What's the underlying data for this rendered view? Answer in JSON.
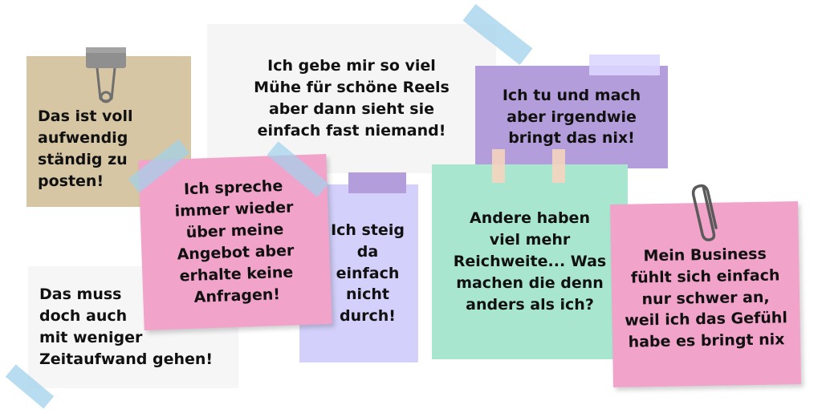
{
  "colors": {
    "background": "#ffffff",
    "tan": "#d6c6a3",
    "light_gray": "#f5f5f5",
    "lavender_dark": "#b39ddb",
    "lavender_light": "#d3d0fb",
    "mint": "#a8e6cf",
    "pink": "#f2a3c9",
    "tape_blue": "#b7dcef",
    "tape_peach": "#f5d4bf",
    "tape_purple": "#d6cdff",
    "clip_gray": "#8a8a8a"
  },
  "notes": {
    "tan": "Das ist voll\naufwendig\nständig zu\nposten!",
    "reels": "Ich gebe mir so viel\nMühe für schöne Reels\naber dann sieht sie\neinfach fast niemand!",
    "purple": "Ich tu und mach\naber irgendwie\nbringt das nix!",
    "pink_offer": "Ich spreche\nimmer wieder\nüber meine\nAngebot aber\nerhalte keine\nAnfragen!",
    "lavender": "Ich steig\nda\neinfach\nnicht\ndurch!",
    "mint": "Andere haben\nviel mehr\nReichweite... Was\nmachen die denn\nanders als ich?",
    "zeit": "Das muss\ndoch auch\nmit weniger\nZeitaufwand gehen!",
    "business": "Mein Business\nfühlt sich einfach\nnur schwer an,\nweil ich das Gefühl\nhabe es bringt nix"
  },
  "icons": [
    "binder-clip-icon",
    "paper-clip-icon",
    "tape-strip-icon"
  ]
}
